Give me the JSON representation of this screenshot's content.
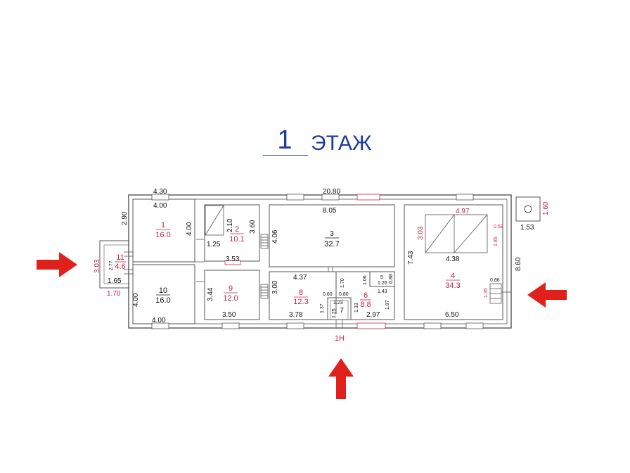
{
  "title": {
    "number": "1",
    "word": "ЭТАЖ"
  },
  "entrance_label": "1Н",
  "overall": {
    "length": "20.80",
    "depth": "8.60"
  },
  "outbuilding": {
    "width": "1.53",
    "depth": "1.60"
  },
  "rooms": [
    {
      "id": "r1",
      "num": "1",
      "area": "16.0",
      "dims": [
        "4.30",
        "4.00",
        "4.00",
        "2.90"
      ]
    },
    {
      "id": "r2",
      "num": "2",
      "area": "10.1",
      "dims": [
        "2.10",
        "3.60",
        "1.25"
      ]
    },
    {
      "id": "r3",
      "num": "3",
      "area": "32.7",
      "dims": [
        "8.05",
        "4.06"
      ]
    },
    {
      "id": "r4",
      "num": "4",
      "area": "34.3",
      "dims": [
        "4.97",
        "3.03",
        "7.43",
        "4.38",
        "6.50",
        "0.59",
        "1.85"
      ]
    },
    {
      "id": "r5",
      "num": "5",
      "area": "",
      "dims": [
        "1.06",
        "1.26",
        "0.88"
      ]
    },
    {
      "id": "r6",
      "num": "6",
      "area": "8.8",
      "dims": [
        "1.43",
        "1.97",
        "2.97"
      ]
    },
    {
      "id": "r7",
      "num": "7",
      "area": "",
      "dims": [
        "1.23",
        "1.25",
        "1.33",
        "1.37"
      ]
    },
    {
      "id": "r8",
      "num": "8",
      "area": "12.3",
      "dims": [
        "4.37",
        "3.00",
        "3.78",
        "0.60",
        "0.80",
        "1.70"
      ]
    },
    {
      "id": "r9",
      "num": "9",
      "area": "12.0",
      "dims": [
        "3.53",
        "3.44",
        "3.50"
      ]
    },
    {
      "id": "r10",
      "num": "10",
      "area": "16.0",
      "dims": [
        "4.00",
        "4.00"
      ]
    },
    {
      "id": "r11",
      "num": "11",
      "area": "4.6",
      "dims": [
        "3.03",
        "2.77",
        "1.65",
        "1.70"
      ]
    }
  ],
  "stair_dims": [
    "0.86",
    "1.35"
  ],
  "colors": {
    "title": "#1f3d9c",
    "label": "#c0284a",
    "arrow": "#e0201b",
    "wall": "#555555"
  }
}
